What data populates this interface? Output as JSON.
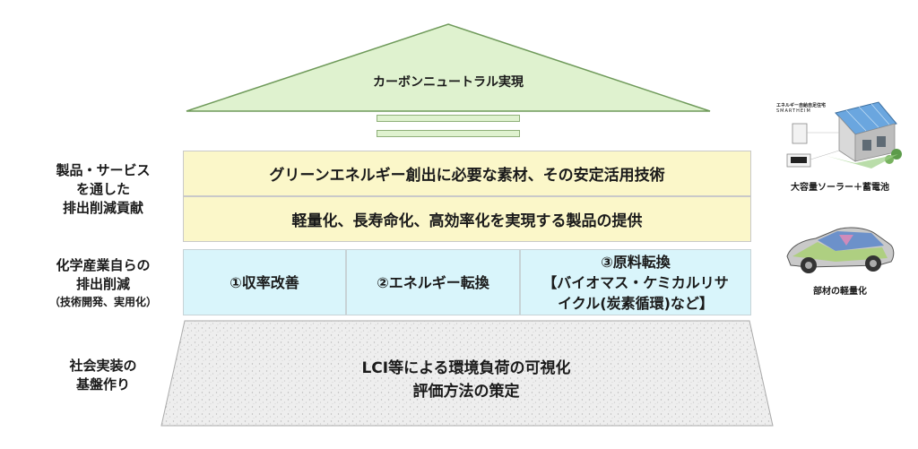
{
  "colors": {
    "roof_fill": "#dff2cf",
    "roof_stroke": "#6f9a5a",
    "yellow_band": "#fbf7c9",
    "cyan_band": "#d9f5fb",
    "base_fill": "#eeeeee"
  },
  "roof": {
    "title": "カーボンニュートラル実現"
  },
  "labels": {
    "products": "製品・サービス\nを通した\n排出削減貢献",
    "industry_main": "化学産業自らの\n排出削減",
    "industry_sub": "（技術開発、実用化）",
    "social": "社会実装の\n基盤作り"
  },
  "bands": {
    "green_energy": "グリーンエネルギー創出に必要な素材、その安定活用技術",
    "products": "軽量化、長寿命化、高効率化を実現する製品の提供"
  },
  "cells": {
    "yield": "①収率改善",
    "energy": "②エネルギー転換",
    "feedstock": "③原料転換\n【バイオマス・ケミカルリサ\nイクル(炭素循環)など】"
  },
  "base": {
    "line1": "LCI等による環境負荷の可視化",
    "line2": "評価方法の策定"
  },
  "images": {
    "house_brand_line1": "エネルギー自給自足住宅",
    "house_brand_line2": "SMARTHEIM",
    "house_caption": "大容量ソーラー＋蓄電池",
    "car_caption": "部材の軽量化"
  }
}
